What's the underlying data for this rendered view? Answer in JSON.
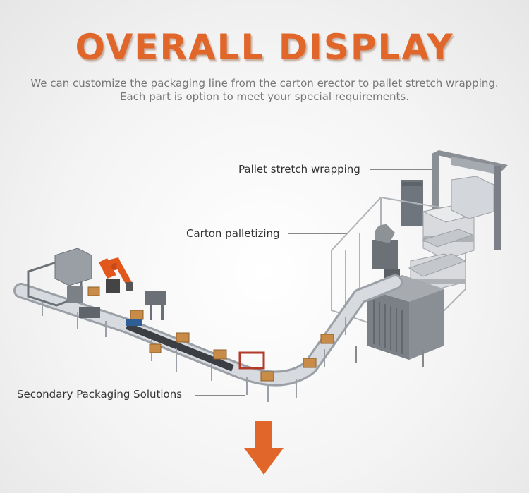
{
  "heading": {
    "title": "OVERALL DISPLAY",
    "subtitle_line1": "We can customize the packaging line from the carton erector to pallet stretch wrapping.",
    "subtitle_line2": "Each part is option to meet your special requirements."
  },
  "callouts": {
    "stretch_wrapping": "Pallet stretch wrapping",
    "palletizing": "Carton palletizing",
    "secondary_packaging": "Secondary Packaging Solutions"
  },
  "colors": {
    "accent": "#e0662a",
    "robot": "#e2571b",
    "machine": "#7a7f86",
    "conveyor": "#b9bec4",
    "carton": "#c98c48"
  },
  "icons": {
    "down_arrow": "arrow-down-icon"
  }
}
